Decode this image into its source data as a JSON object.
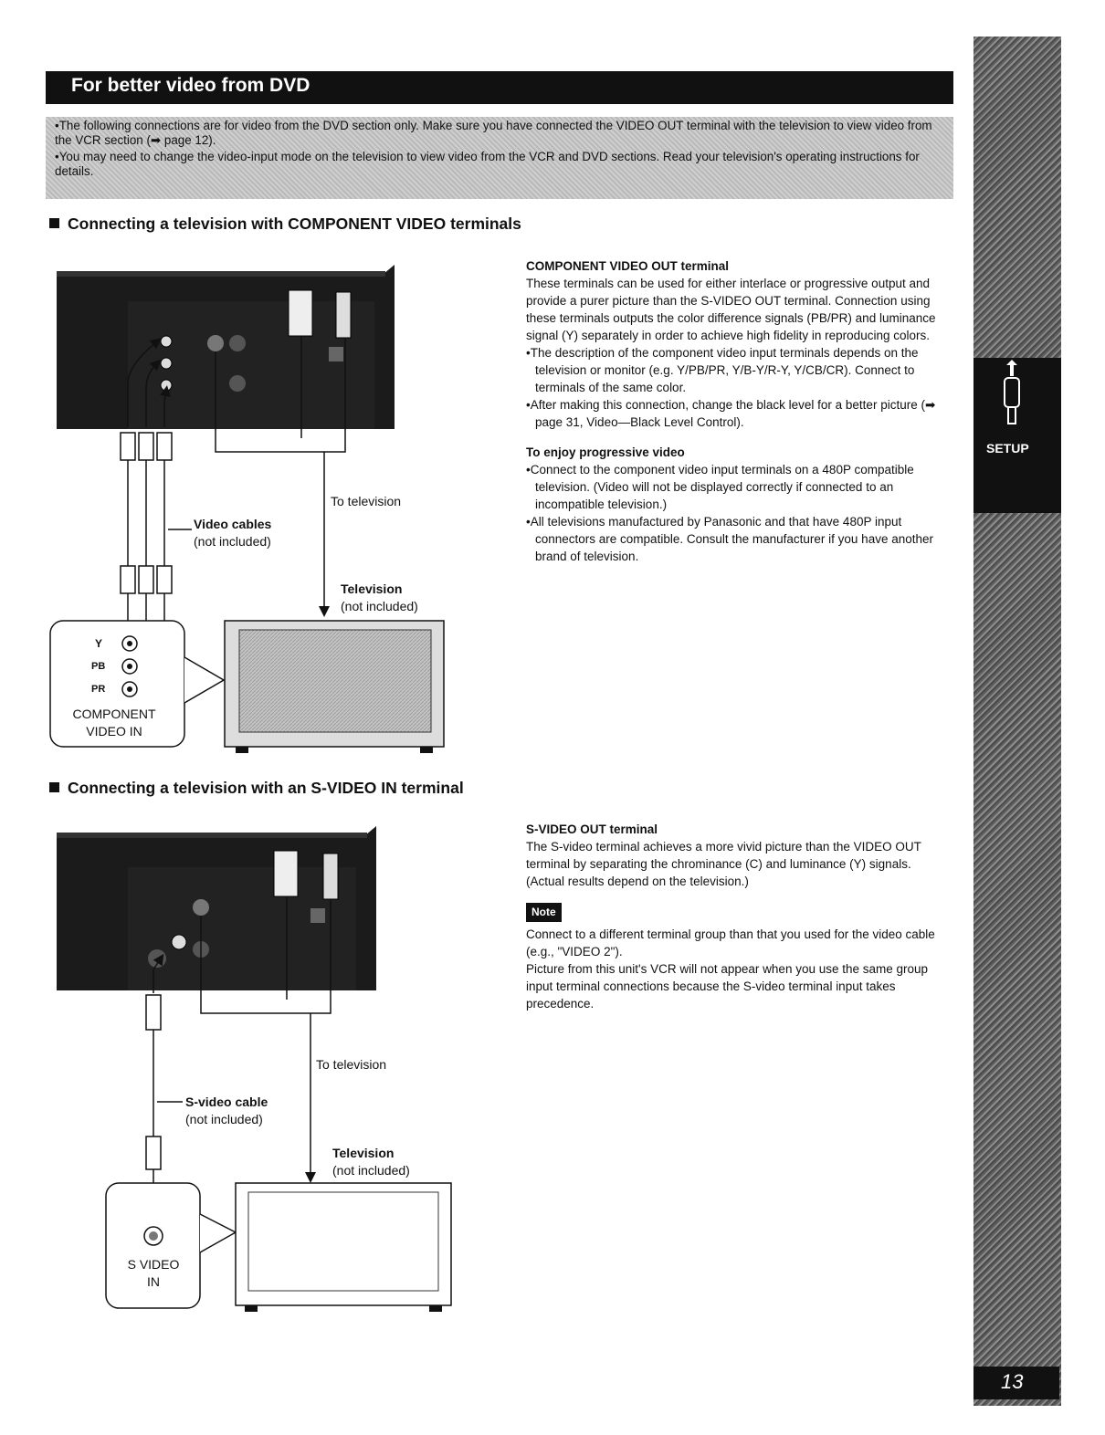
{
  "header": {
    "title": "For better video from DVD"
  },
  "intro": {
    "line1": "•The following connections are for video from the DVD section only. Make sure you have connected the VIDEO OUT terminal with the television to view video from the VCR section (➡ page 12).",
    "line2": "•You may need to change the video-input mode on the television to view video from the VCR and DVD sections. Read your television's operating instructions for details."
  },
  "section1": {
    "heading": "Connecting a television with COMPONENT VIDEO terminals",
    "terminal_title": "COMPONENT VIDEO OUT terminal",
    "terminal_body": "These terminals can be used for either interlace or progressive output and provide a purer picture than the S-VIDEO OUT terminal. Connection using these terminals outputs the color difference signals (PB/PR) and luminance signal (Y) separately in order to achieve high fidelity in reproducing colors.",
    "bullet1": "•The description of the component video input terminals depends on the television or monitor (e.g. Y/PB/PR, Y/B-Y/R-Y, Y/CB/CR). Connect to terminals of the same color.",
    "bullet2": "•After making this connection, change the black level for a better picture (➡ page 31, Video—Black Level Control).",
    "progressive_title": "To enjoy progressive video",
    "bullet3": "•Connect to the component video input terminals on a 480P compatible television. (Video will not be displayed correctly if connected to an incompatible television.)",
    "bullet4": "•All televisions manufactured by Panasonic and that have 480P input connectors are compatible. Consult the manufacturer if you have another brand of television.",
    "diagram": {
      "to_television": "To television",
      "cables": "Video cables",
      "cables_note": "(not included)",
      "television": "Television",
      "television_note": "(not included)",
      "y": "Y",
      "pb": "PB",
      "pr": "PR",
      "component_in_1": "COMPONENT",
      "component_in_2": "VIDEO IN"
    }
  },
  "section2": {
    "heading": "Connecting a television with an S-VIDEO IN terminal",
    "terminal_title": "S-VIDEO OUT terminal",
    "terminal_body": "The S-video terminal achieves a more vivid picture than the VIDEO OUT terminal by separating the chrominance (C) and luminance (Y) signals. (Actual results depend on the television.)",
    "note_label": "Note",
    "note1": "Connect to a different terminal group than that you used for the video cable (e.g., \"VIDEO 2\").",
    "note2": "Picture from this unit's VCR will not appear when you use the same group input terminal connections because the S-video terminal input takes precedence.",
    "diagram": {
      "to_television": "To television",
      "cable": "S-video cable",
      "cable_note": "(not included)",
      "television": "Television",
      "television_note": "(not included)",
      "svideo_in_1": "S VIDEO",
      "svideo_in_2": "IN"
    }
  },
  "sidebar": {
    "tab_label": "SETUP",
    "page_number": "13",
    "icon": "connector-icon"
  }
}
